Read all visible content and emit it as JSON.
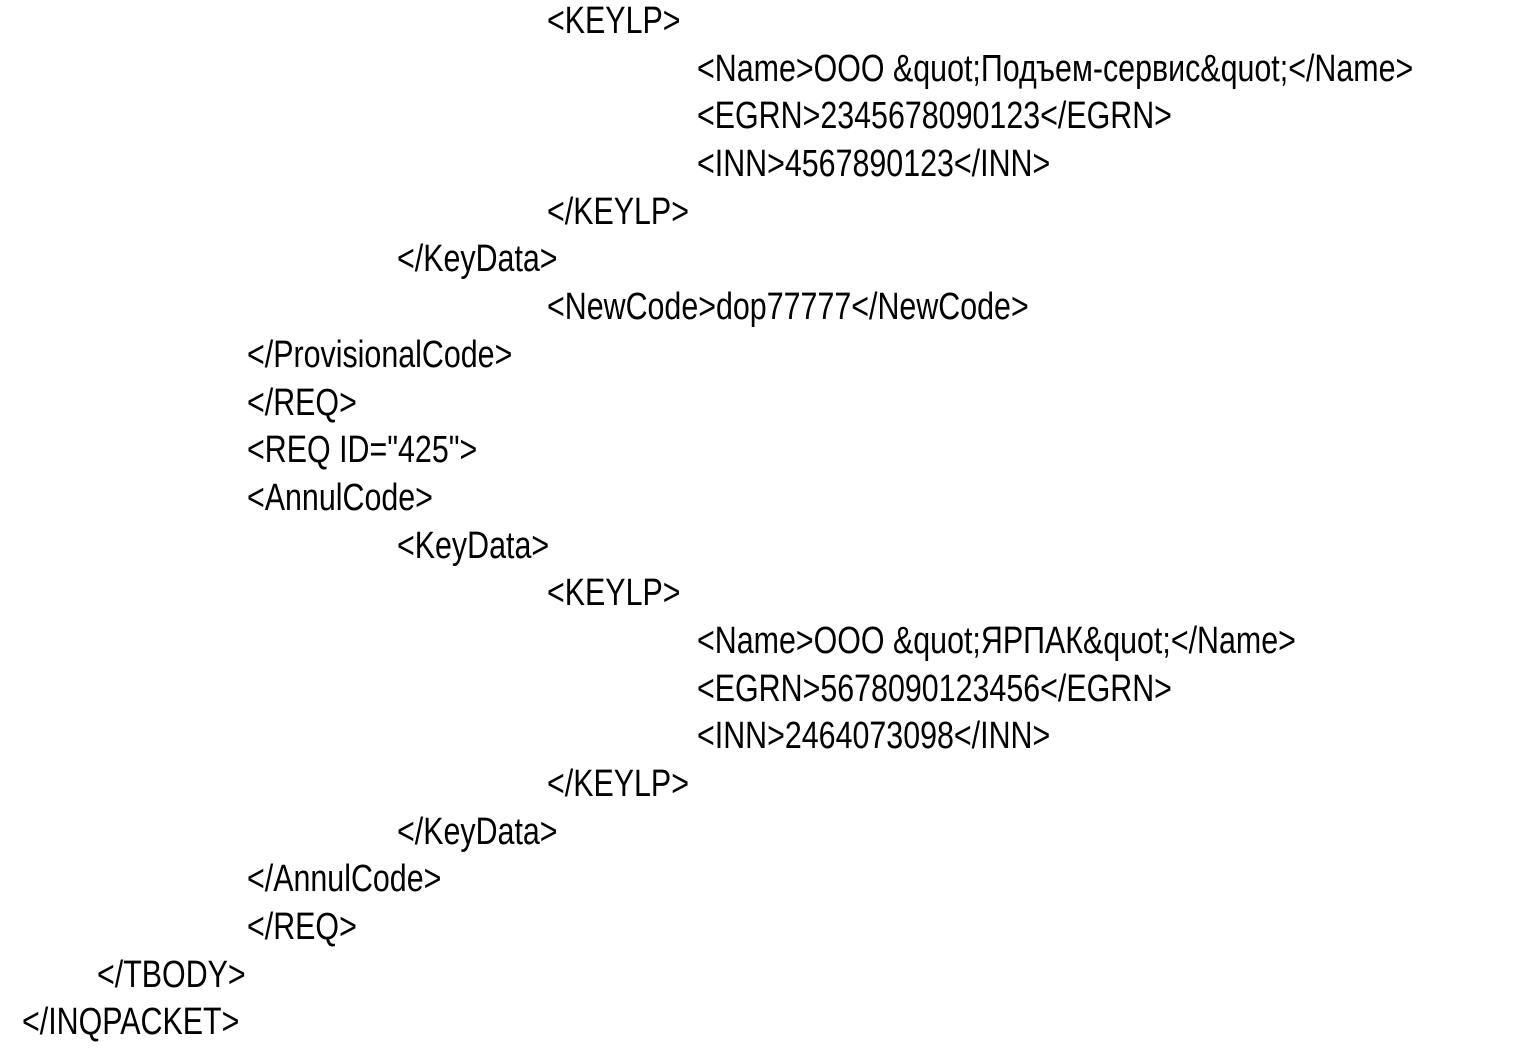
{
  "lines": [
    "<KEYLP>",
    "<Name>OOO &quot;Подъем-сервис&quot;</Name>",
    "<EGRN>2345678090123</EGRN>",
    "<INN>4567890123</INN>",
    "</KEYLP>",
    "</KeyData>",
    "<NewCode>dop77777</NewCode>",
    "</ProvisionalCode>",
    "</REQ>",
    "<REQ ID=\"425\">",
    "<AnnulCode>",
    "<KeyData>",
    "<KEYLP>",
    "<Name>OOO &quot;ЯРПАК&quot;</Name>",
    "<EGRN>5678090123456</EGRN>",
    "<INN>2464073098</INN>",
    "</KEYLP>",
    "</KeyData>",
    "</AnnulCode>",
    "</REQ>",
    "</TBODY>",
    "</INQPACKET>"
  ]
}
